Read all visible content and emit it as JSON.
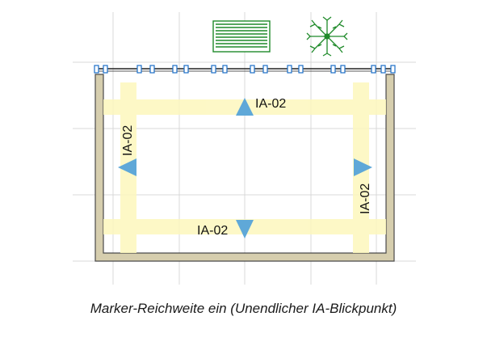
{
  "caption": "Marker-Reichweite ein (Unendlicher IA-Blickpunkt)",
  "markers": [
    {
      "id": "top",
      "label": "IA-02"
    },
    {
      "id": "bottom",
      "label": "IA-02"
    },
    {
      "id": "left",
      "label": "IA-02"
    },
    {
      "id": "right",
      "label": "IA-02"
    }
  ],
  "icons": [
    "window-blind-icon",
    "tree-icon"
  ],
  "colors": {
    "wall_fill": "#d6ceae",
    "wall_stroke": "#4a4a4a",
    "range_band": "#fdf7bd",
    "marker": "#5fa8d8",
    "grid": "#d8d8d8",
    "plant_green": "#1f8a2a"
  }
}
